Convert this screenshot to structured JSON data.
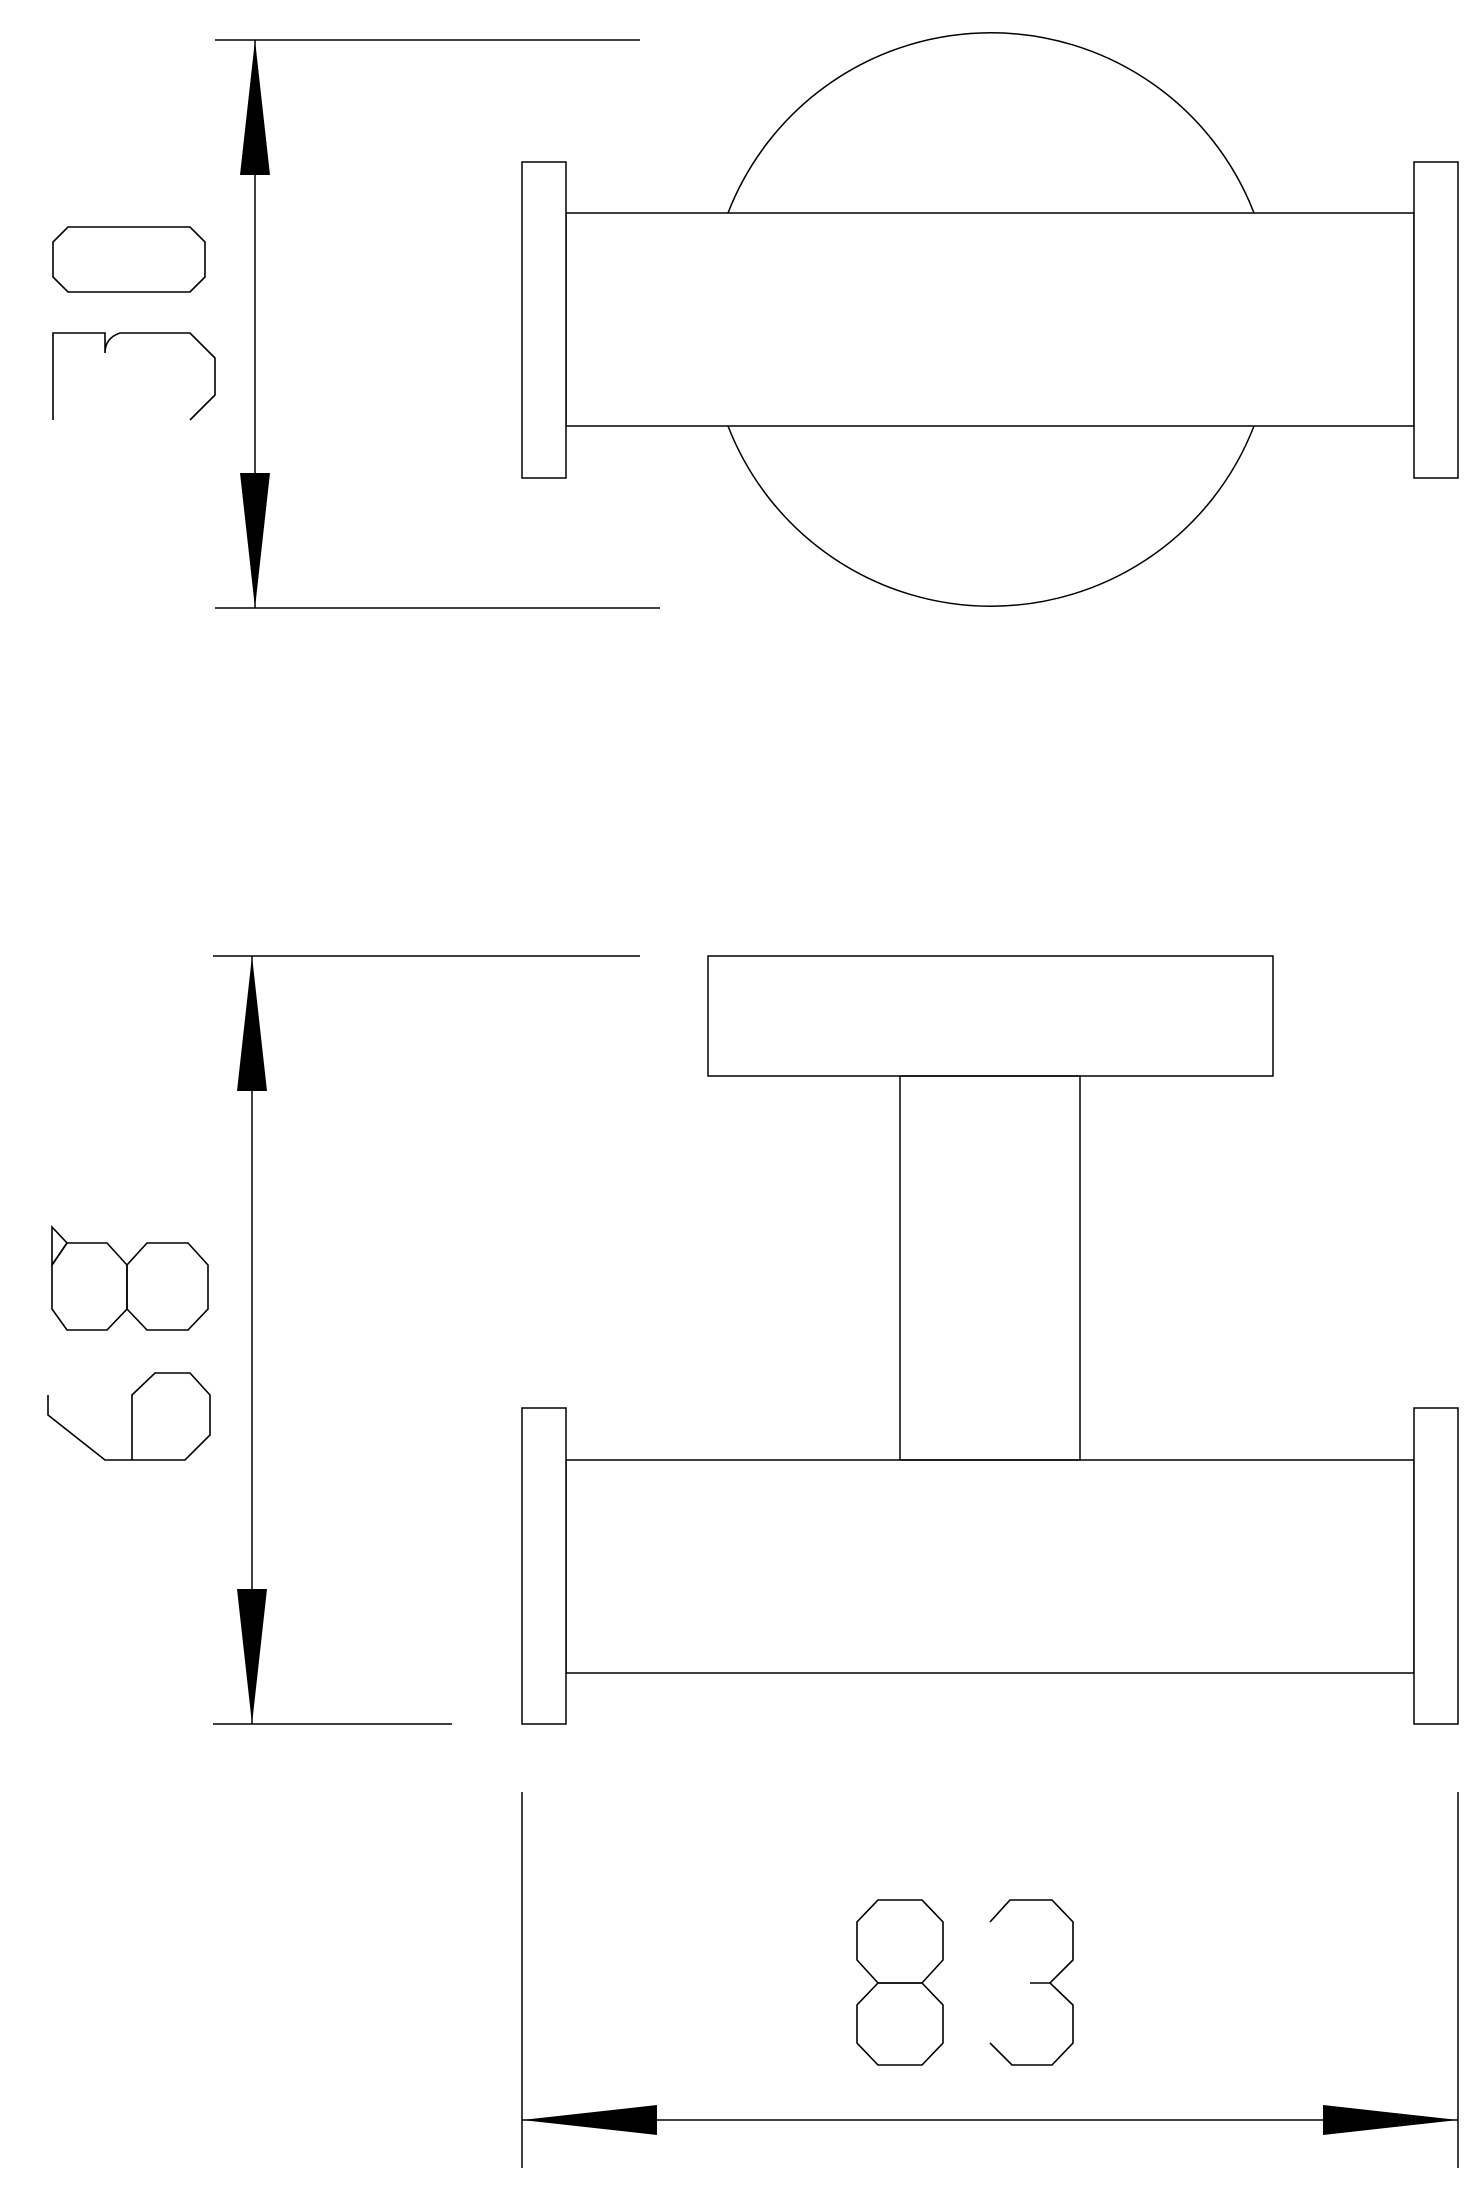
{
  "drawing": {
    "colors": {
      "line": "#000000",
      "background": "#ffffff"
    },
    "dimensions": {
      "height_top": "50",
      "height_side": "68",
      "width": "83"
    }
  }
}
